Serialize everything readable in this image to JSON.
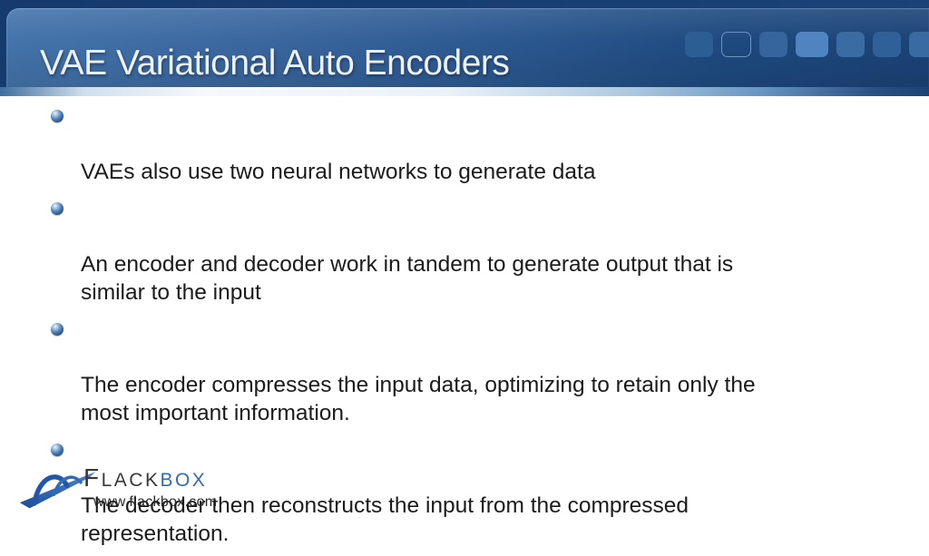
{
  "slide": {
    "title": "VAE Variational Auto Encoders",
    "bullets": [
      {
        "text": "VAEs also use two neural networks to generate data"
      },
      {
        "text": "An encoder and decoder work in tandem to generate output that is\nsimilar to the input"
      },
      {
        "text": "The encoder compresses the input data, optimizing to retain only the\nmost important information."
      },
      {
        "text": "The decoder then reconstructs the input from the compressed\nrepresentation."
      }
    ]
  },
  "header": {
    "colors": {
      "bar_dark": "#1b4377",
      "bar_light": "#4474ab",
      "title_text": "#edf2f9",
      "shine_light": "#f5f9fd"
    },
    "decorative_squares": [
      {
        "fill": "#2d5e93",
        "outline": false
      },
      {
        "fill": "transparent",
        "outline": true,
        "outline_color": "#6e95c0"
      },
      {
        "fill": "#35659c",
        "outline": false
      },
      {
        "fill": "#4e85c1",
        "outline": false
      },
      {
        "fill": "#3a6ba3",
        "outline": false
      },
      {
        "fill": "#2f6097",
        "outline": false
      },
      {
        "fill": "#3a6aa2",
        "outline": false
      }
    ]
  },
  "footer": {
    "logo": {
      "brand_dark_text": "FLACK",
      "brand_blue_text": "BOX",
      "url": "www.flackbox.com",
      "brand_dark_color": "#38383a",
      "brand_blue_color": "#2f6cb5",
      "icon_color": "#2456a8"
    }
  }
}
